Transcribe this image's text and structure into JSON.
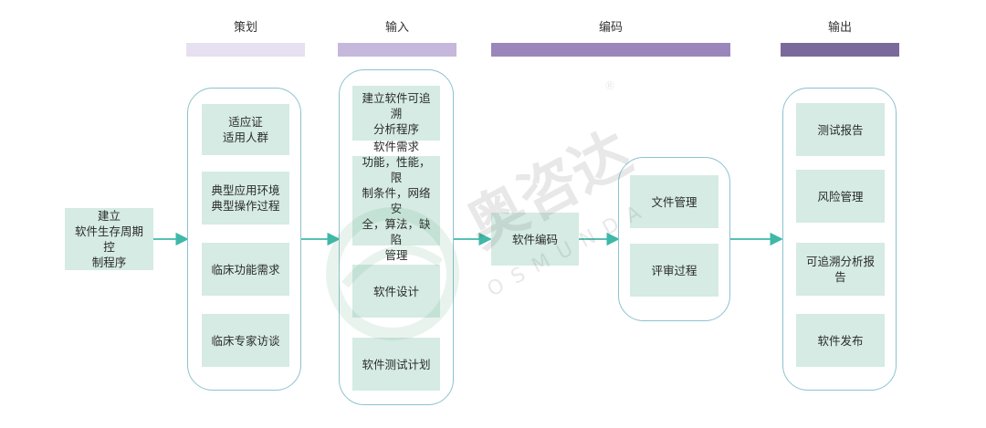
{
  "phases": [
    {
      "label": "策划",
      "color": "#e6e0f0"
    },
    {
      "label": "输入",
      "color": "#c5b8dc"
    },
    {
      "label": "编码",
      "color": "#9a86bb"
    },
    {
      "label": "输出",
      "color": "#7a6a9c"
    }
  ],
  "start_box": {
    "lines": [
      "建立",
      "软件生存周期控",
      "制程序"
    ]
  },
  "planning": {
    "items": [
      {
        "lines": [
          "适应证",
          "适用人群"
        ]
      },
      {
        "lines": [
          "典型应用环境",
          "典型操作过程"
        ]
      },
      {
        "lines": [
          "临床功能需求"
        ]
      },
      {
        "lines": [
          "临床专家访谈"
        ]
      }
    ]
  },
  "input": {
    "items": [
      {
        "lines": [
          "建立软件可追溯",
          "分析程序"
        ]
      },
      {
        "lines": [
          "软件需求",
          "功能，性能，限",
          "制条件，网络安",
          "全，算法，缺陷",
          "管理"
        ]
      },
      {
        "lines": [
          "软件设计"
        ]
      },
      {
        "lines": [
          "软件测试计划"
        ]
      }
    ]
  },
  "coding": {
    "lines": [
      "软件编码"
    ]
  },
  "management": {
    "items": [
      {
        "lines": [
          "文件管理"
        ]
      },
      {
        "lines": [
          "评审过程"
        ]
      }
    ]
  },
  "output": {
    "items": [
      {
        "lines": [
          "测试报告"
        ]
      },
      {
        "lines": [
          "风险管理"
        ]
      },
      {
        "lines": [
          "可追溯分析报告"
        ]
      },
      {
        "lines": [
          "软件发布"
        ]
      }
    ]
  },
  "watermark": {
    "text": "奥咨达",
    "latin": "OSMUNDA",
    "mark": "®"
  },
  "colors": {
    "box": "#d5ebe3",
    "border": "#8cc2cf",
    "arrow": "#3fb8a8"
  }
}
